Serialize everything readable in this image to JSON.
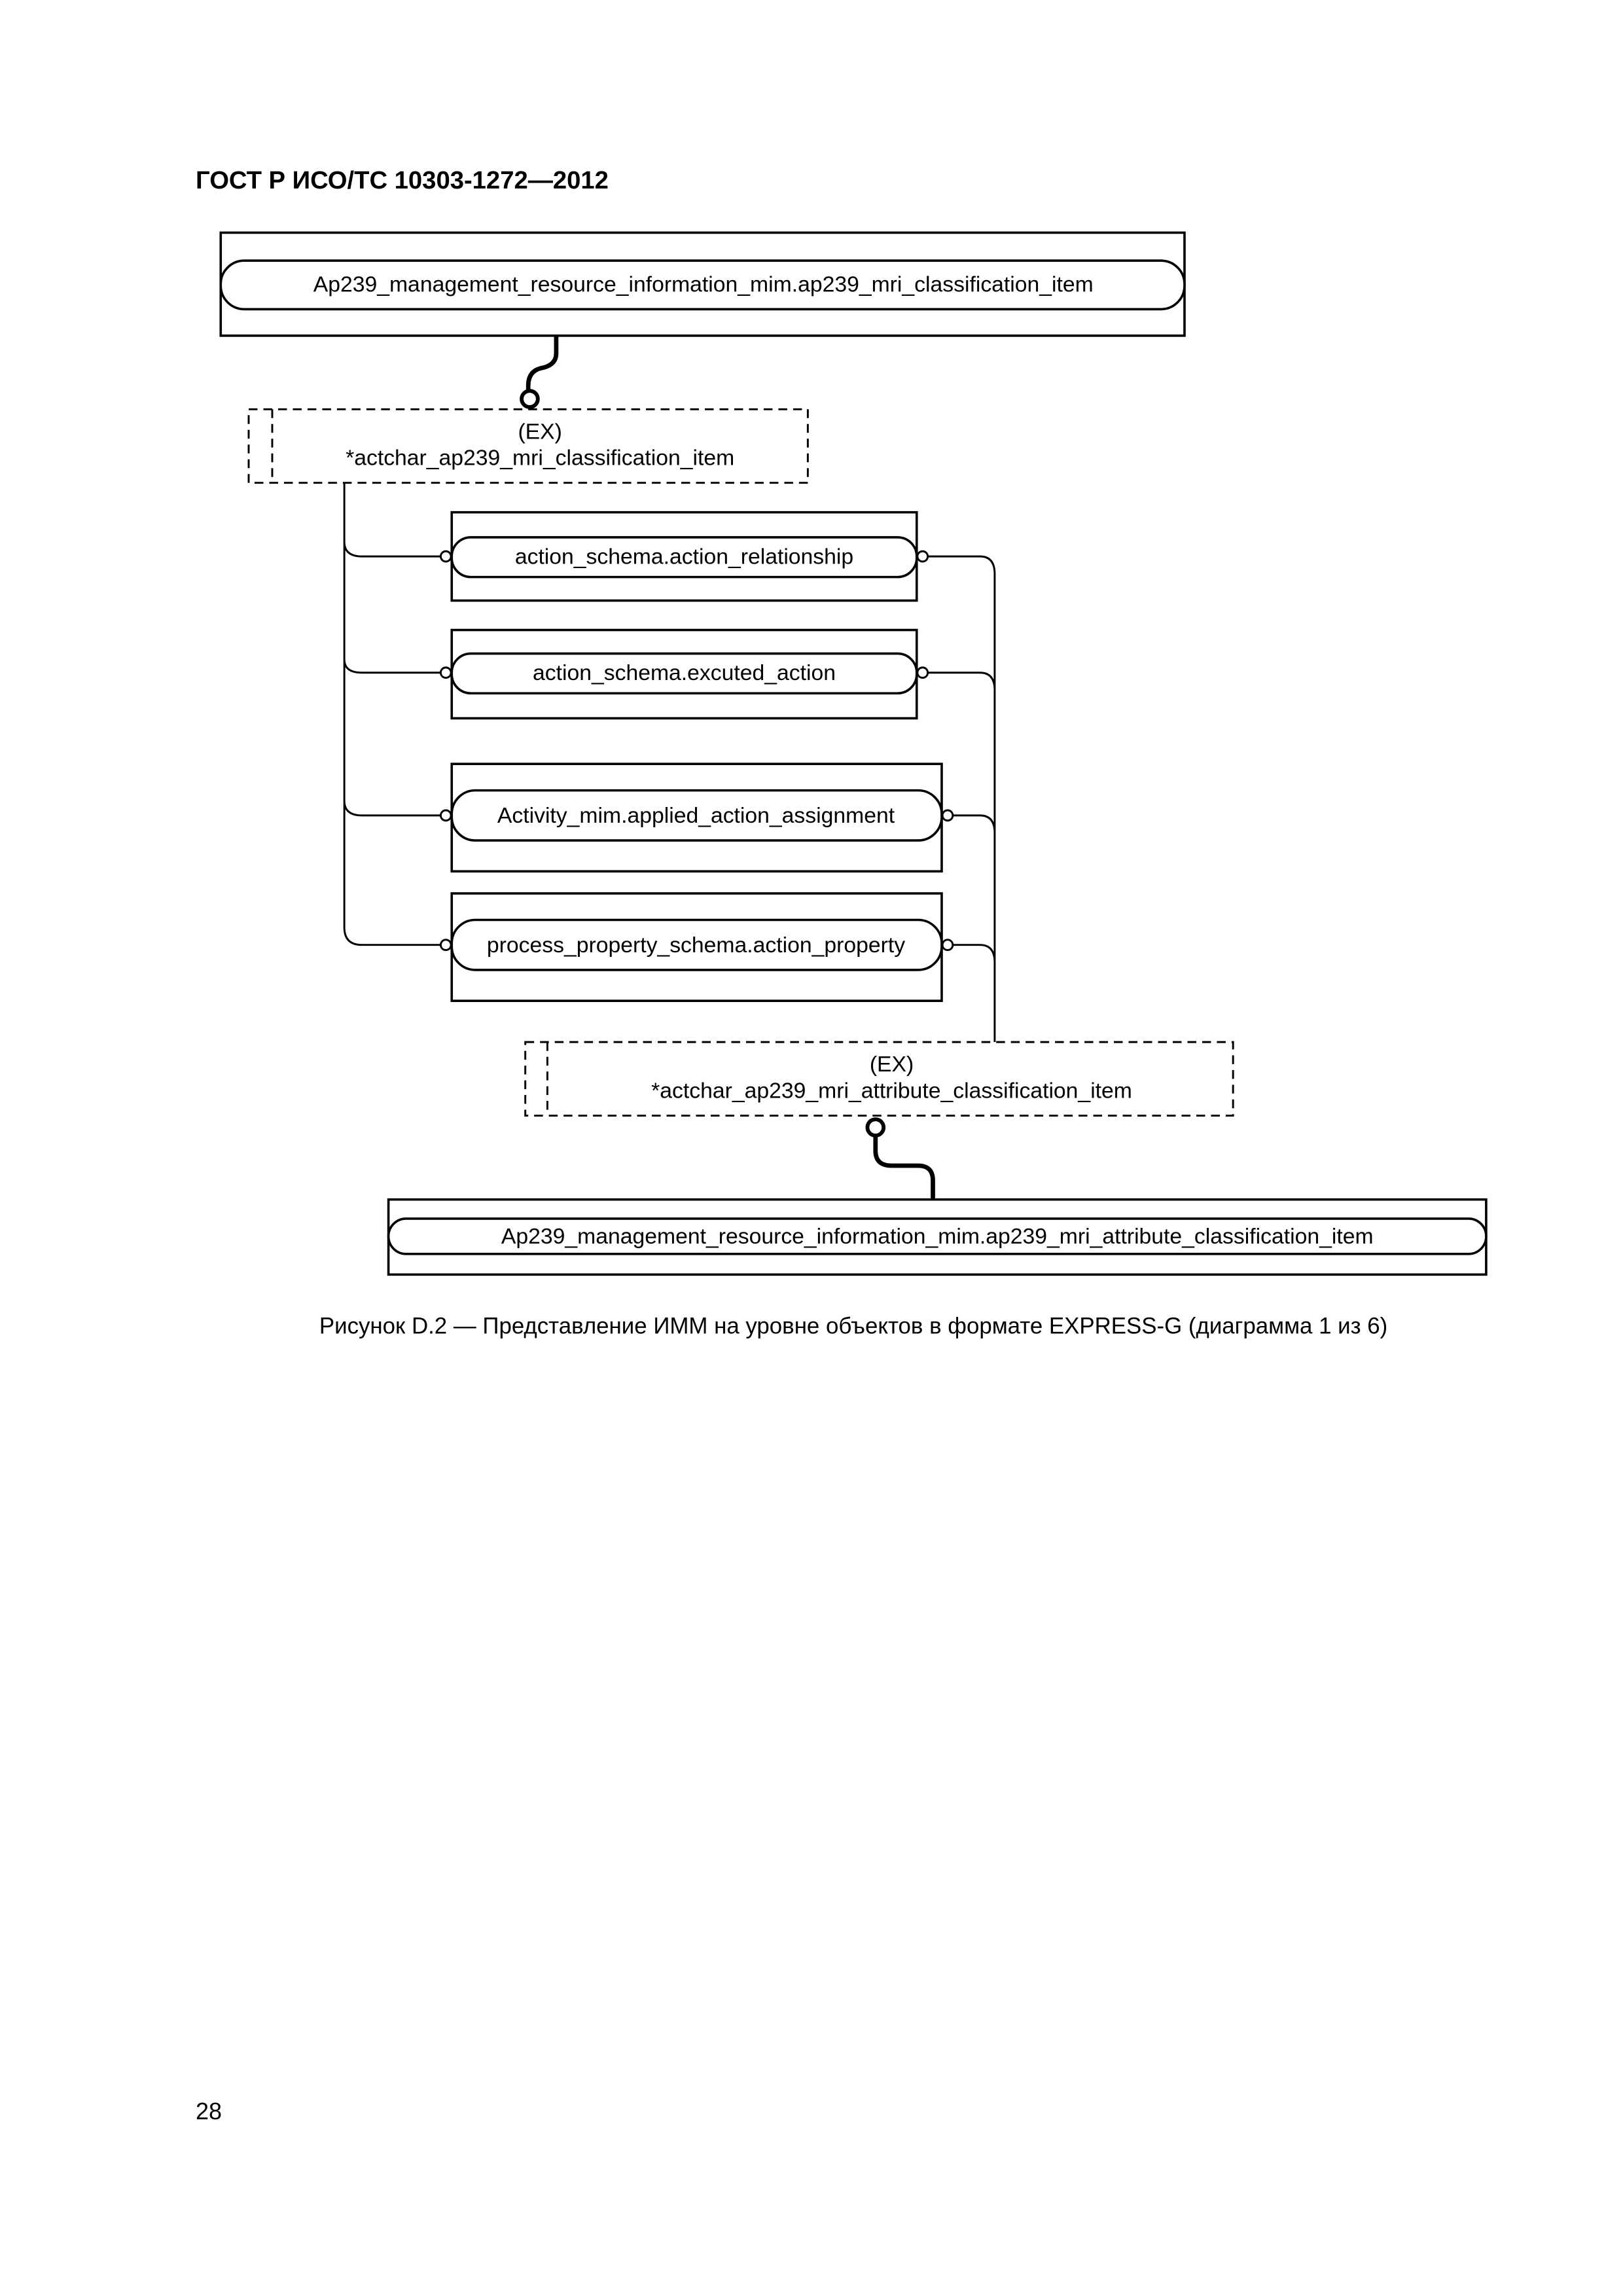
{
  "header": {
    "title": "ГОСТ Р ИСО/ТС 10303-1272—2012"
  },
  "diagram": {
    "top_entity": "Ap239_management_resource_information_mim.ap239_mri_classification_item",
    "select1": {
      "tag": "(EX)",
      "name": "*actchar_ap239_mri_classification_item"
    },
    "items": [
      "action_schema.action_relationship",
      "action_schema.excuted_action",
      "Activity_mim.applied_action_assignment",
      "process_property_schema.action_property"
    ],
    "select2": {
      "tag": "(EX)",
      "name": "*actchar_ap239_mri_attribute_classification_item"
    },
    "bottom_entity": "Ap239_management_resource_information_mim.ap239_mri_attribute_classification_item"
  },
  "caption": "Рисунок D.2 — Представление ИММ на уровне объектов в формате EXPRESS-G (диаграмма 1 из 6)",
  "page_number": "28"
}
